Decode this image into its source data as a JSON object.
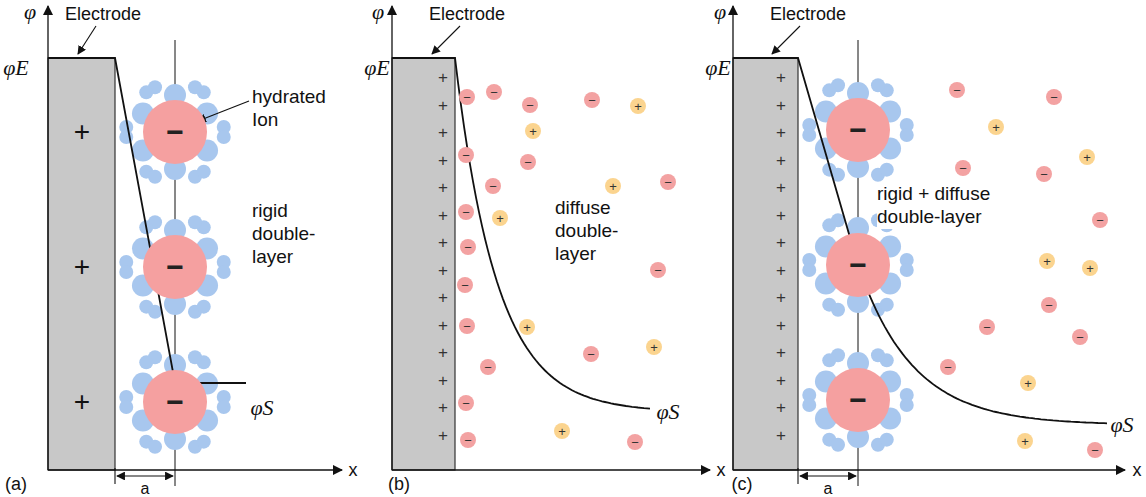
{
  "diagram": {
    "nodes": [
      {
        "text": [
          "−"
        ]
      },
      {
        "text": [
          "−"
        ]
      },
      {
        "text": [
          "−"
        ]
      },
      {
        "text": [
          "−"
        ]
      },
      {
        "text": [
          "−"
        ]
      },
      {
        "text": [
          "−"
        ]
      },
      {
        "text": [
          "−"
        ]
      },
      {
        "text": [
          "−"
        ]
      },
      {
        "text": [
          "−"
        ]
      },
      {
        "text": [
          "−"
        ]
      },
      {
        "text": [
          "−"
        ]
      },
      {
        "text": [
          "−"
        ]
      },
      {
        "text": [
          "−"
        ]
      },
      {
        "text": [
          "−"
        ]
      },
      {
        "text": [
          "−"
        ]
      },
      {
        "text": [
          "−"
        ]
      },
      {
        "text": [
          "−"
        ]
      },
      {
        "text": [
          "−"
        ]
      },
      {
        "text": [
          "−"
        ]
      },
      {
        "text": [
          "−"
        ]
      },
      {
        "text": [
          "−"
        ]
      },
      {
        "text": [
          "+"
        ]
      },
      {
        "text": [
          "+"
        ]
      },
      {
        "text": [
          "+"
        ]
      },
      {
        "text": [
          "+"
        ]
      },
      {
        "text": [
          "+"
        ]
      },
      {
        "text": [
          "+"
        ]
      },
      {
        "text": [
          "+"
        ]
      },
      {
        "text": [
          "−"
        ]
      },
      {
        "text": [
          "−"
        ]
      },
      {
        "text": [
          "−"
        ]
      },
      {
        "text": [
          "−"
        ]
      },
      {
        "text": [
          "−"
        ]
      },
      {
        "text": [
          "−"
        ]
      },
      {
        "text": [
          "−"
        ]
      },
      {
        "text": [
          "−"
        ]
      },
      {
        "text": [
          "−"
        ]
      },
      {
        "text": [
          "−"
        ]
      },
      {
        "text": [
          "−"
        ]
      },
      {
        "text": [
          "−"
        ]
      },
      {
        "text": [
          "−"
        ]
      },
      {
        "text": [
          "+"
        ]
      },
      {
        "text": [
          "+"
        ]
      },
      {
        "text": [
          "+"
        ]
      },
      {
        "text": [
          "+"
        ]
      },
      {
        "text": [
          "+"
        ]
      },
      {
        "text": [
          "+"
        ]
      }
    ],
    "labels": [
      "φ",
      "Electrode",
      "φE",
      "hydrated Ion",
      "rigid double-layer",
      "φS",
      "x",
      "(a)",
      "a",
      "+",
      "+",
      "+",
      "φ",
      "Electrode",
      "φE",
      "diffuse double-layer",
      "φS",
      "x",
      "(b)",
      "+",
      "+",
      "+",
      "+",
      "+",
      "+",
      "+",
      "+",
      "+",
      "+",
      "+",
      "+",
      "+",
      "+",
      "φ",
      "Electrode",
      "φE",
      "rigid + diffuse double-layer",
      "φS",
      "x",
      "(c)",
      "a",
      "+",
      "+",
      "+",
      "+",
      "+",
      "+",
      "+",
      "+",
      "+",
      "+",
      "+",
      "+",
      "+",
      "+"
    ]
  }
}
